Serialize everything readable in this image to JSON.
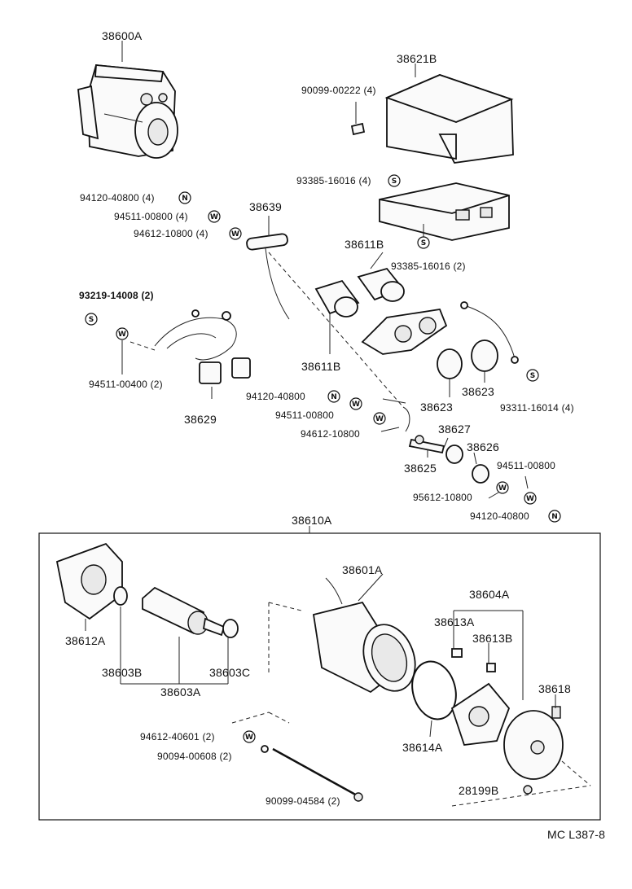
{
  "labels": {
    "p38600A": "38600A",
    "p38621B": "38621B",
    "p90099_00222": "90099-00222 (4)",
    "p93385_16016_4": "93385-16016 (4)",
    "p94120_40800_4": "94120-40800 (4)",
    "p94511_00800_4": "94511-00800 (4)",
    "p94612_10800_4": "94612-10800 (4)",
    "p38639": "38639",
    "p38611B_top": "38611B",
    "p93385_16016_2": "93385-16016 (2)",
    "p93219_14008": "93219-14008 (2)",
    "p94511_00400": "94511-00400 (2)",
    "p38629": "38629",
    "p38611B_mid": "38611B",
    "p38623_a": "38623",
    "p38623_b": "38623",
    "p93311_16014": "93311-16014 (4)",
    "p94120_40800_m": "94120-40800",
    "p94511_00800_m": "94511-00800",
    "p94612_10800_m": "94612-10800",
    "p38627": "38627",
    "p38626": "38626",
    "p38625": "38625",
    "p94511_00800_r": "94511-00800",
    "p95612_10800": "95612-10800",
    "p94120_40800_r": "94120-40800",
    "p38610A": "38610A",
    "p38601A": "38601A",
    "p38604A": "38604A",
    "p38613A": "38613A",
    "p38613B": "38613B",
    "p38612A": "38612A",
    "p38603B": "38603B",
    "p38603C": "38603C",
    "p38603A": "38603A",
    "p38618": "38618",
    "p38614A": "38614A",
    "p94612_40601": "94612-40601 (2)",
    "p90094_00608": "90094-00608 (2)",
    "p90099_04584": "90099-04584 (2)",
    "p28199B": "28199B",
    "ref_code": "MC  L387-8"
  },
  "symbols": {
    "nut": "N",
    "spring_washer": "W",
    "screw": "S"
  }
}
